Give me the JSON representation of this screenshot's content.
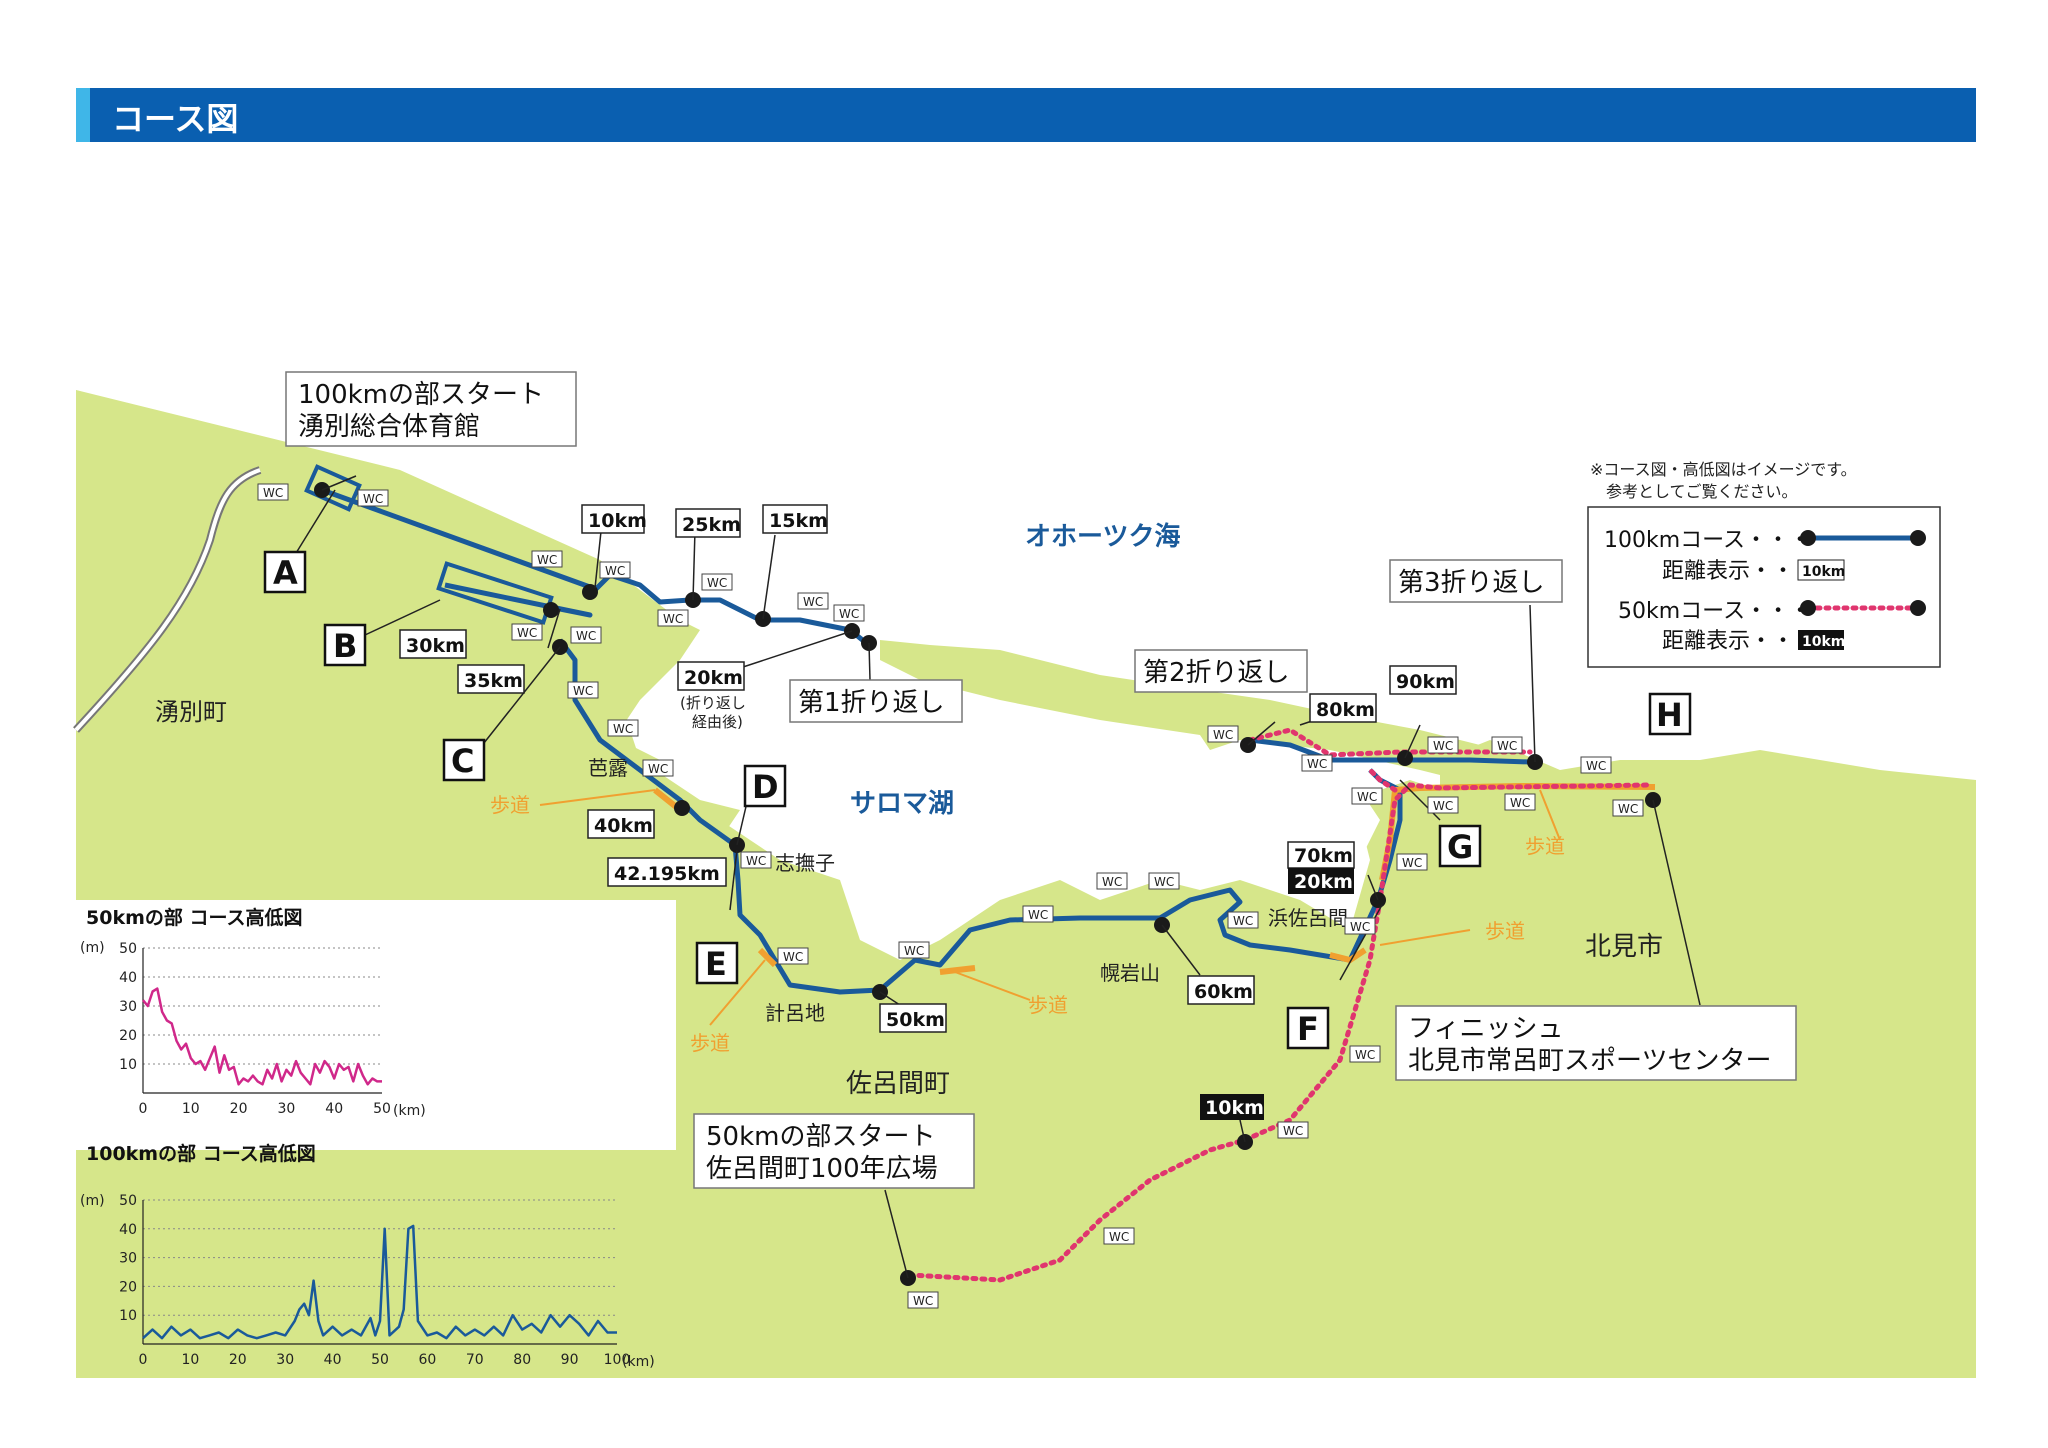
{
  "header": {
    "title": "コース図"
  },
  "regions": {
    "yubetsu": "湧別町",
    "saroma_town": "佐呂間町",
    "kitami": "北見市"
  },
  "water": {
    "sea": "オホーツク海",
    "lake": "サロマ湖"
  },
  "places": {
    "bashiro": "芭露",
    "shibushi": "志撫子",
    "keroji": "計呂地",
    "horoiwa": "幌岩山",
    "hamasaroma": "浜佐呂間"
  },
  "sidewalk": "歩道",
  "wc": "WC",
  "callouts": {
    "start100_line1": "100kmの部スタート",
    "start100_line2": "湧別総合体育館",
    "start50_line1": "50kmの部スタート",
    "start50_line2": "佐呂間町100年広場",
    "finish_line1": "フィニッシュ",
    "finish_line2": "北見市常呂町スポーツセンター",
    "turn1": "第1折り返し",
    "turn2": "第2折り返し",
    "turn3": "第3折り返し",
    "km20_note_line1": "(折り返し",
    "km20_note_line2": "経由後)"
  },
  "letters": [
    "A",
    "B",
    "C",
    "D",
    "E",
    "F",
    "G",
    "H"
  ],
  "km_markers": {
    "k10": "10km",
    "k25": "25km",
    "k15": "15km",
    "k20": "20km",
    "k30": "30km",
    "k35": "35km",
    "k40": "40km",
    "k42": "42.195km",
    "k50": "50km",
    "k60": "60km",
    "k80": "80km",
    "k90": "90km",
    "k70": "70km",
    "k20_50": "20km",
    "k10_50": "10km"
  },
  "legend": {
    "note_line1": "※コース図・高低図はイメージです。",
    "note_line2": "参考としてご覧ください。",
    "course100": "100kmコース・・・",
    "dist": "距離表示・・・",
    "course50": "50kmコース・・・",
    "sample": "10km",
    "colors": {
      "course100": "#1a5a9a",
      "course50": "#e0356e",
      "sidewalk": "#f0a030",
      "land": "#d6e68a"
    }
  },
  "chart_data": [
    {
      "type": "line",
      "title": "50kmの部 コース高低図",
      "ylabel": "(m)",
      "xlabel": "(km)",
      "xlim": [
        0,
        50
      ],
      "ylim": [
        0,
        50
      ],
      "xticks": [
        "0",
        "10",
        "20",
        "30",
        "40",
        "50"
      ],
      "yticks": [
        "10",
        "20",
        "30",
        "40",
        "50"
      ],
      "grid": true,
      "color": "#d0288a",
      "x": [
        0,
        1,
        2,
        3,
        4,
        5,
        6,
        7,
        8,
        9,
        10,
        11,
        12,
        13,
        14,
        15,
        16,
        17,
        18,
        19,
        20,
        21,
        22,
        23,
        24,
        25,
        26,
        27,
        28,
        29,
        30,
        31,
        32,
        33,
        34,
        35,
        36,
        37,
        38,
        39,
        40,
        41,
        42,
        43,
        44,
        45,
        46,
        47,
        48,
        49,
        50
      ],
      "y": [
        32,
        30,
        35,
        36,
        28,
        25,
        24,
        18,
        15,
        17,
        12,
        10,
        11,
        8,
        12,
        16,
        7,
        13,
        8,
        9,
        3,
        5,
        4,
        6,
        4,
        3,
        8,
        5,
        10,
        4,
        8,
        6,
        11,
        7,
        5,
        3,
        10,
        7,
        11,
        9,
        5,
        10,
        8,
        9,
        4,
        10,
        6,
        3,
        5,
        4,
        4
      ]
    },
    {
      "type": "line",
      "title": "100kmの部 コース高低図",
      "ylabel": "(m)",
      "xlabel": "(km)",
      "xlim": [
        0,
        100
      ],
      "ylim": [
        0,
        50
      ],
      "xticks": [
        "0",
        "10",
        "20",
        "30",
        "40",
        "50",
        "60",
        "70",
        "80",
        "90",
        "100"
      ],
      "yticks": [
        "10",
        "20",
        "30",
        "40",
        "50"
      ],
      "grid": true,
      "color": "#1a5a9a",
      "x": [
        0,
        2,
        4,
        6,
        8,
        10,
        12,
        14,
        16,
        18,
        20,
        22,
        24,
        26,
        28,
        30,
        32,
        33,
        34,
        35,
        36,
        37,
        38,
        40,
        42,
        44,
        46,
        48,
        49,
        50,
        51,
        52,
        54,
        55,
        56,
        57,
        58,
        60,
        62,
        64,
        66,
        68,
        70,
        72,
        74,
        76,
        78,
        80,
        82,
        84,
        86,
        88,
        90,
        92,
        94,
        96,
        98,
        100
      ],
      "y": [
        2,
        5,
        2,
        6,
        3,
        5,
        2,
        3,
        4,
        2,
        5,
        3,
        2,
        3,
        4,
        3,
        8,
        12,
        14,
        10,
        22,
        8,
        3,
        6,
        3,
        5,
        3,
        9,
        3,
        8,
        40,
        3,
        6,
        12,
        40,
        41,
        8,
        3,
        4,
        2,
        6,
        3,
        5,
        3,
        6,
        3,
        10,
        5,
        7,
        4,
        10,
        6,
        10,
        7,
        3,
        8,
        4,
        4
      ]
    }
  ]
}
